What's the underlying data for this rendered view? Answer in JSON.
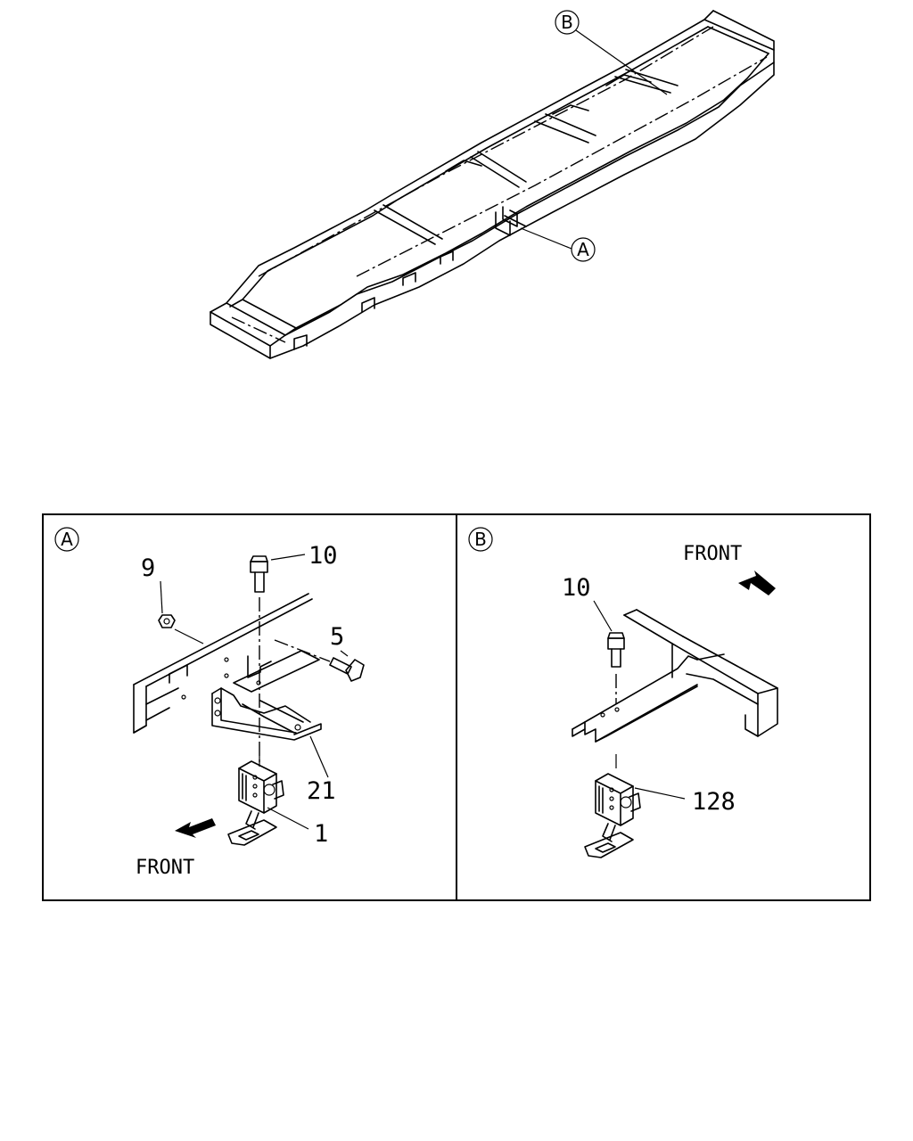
{
  "overview": {
    "callout_a": "A",
    "callout_b": "B"
  },
  "panel_a": {
    "tag": "A",
    "front_label": "FRONT",
    "part_labels": {
      "p9": "9",
      "p10": "10",
      "p5": "5",
      "p21": "21",
      "p1": "1"
    }
  },
  "panel_b": {
    "tag": "B",
    "front_label": "FRONT",
    "part_labels": {
      "p10": "10",
      "p128": "128"
    }
  }
}
